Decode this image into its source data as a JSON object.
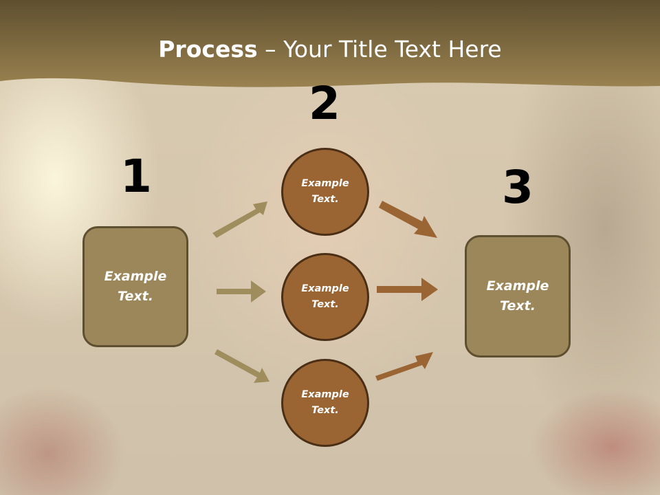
{
  "title": {
    "bold": "Process",
    "rest": " – Your Title Text Here"
  },
  "steps": [
    {
      "number": "1",
      "text": "Example Text."
    },
    {
      "number": "2",
      "text": "Example Text."
    },
    {
      "number": "3",
      "text": "Example Text."
    }
  ],
  "middle_nodes": [
    {
      "text": "Example Text."
    },
    {
      "text": "Example Text."
    },
    {
      "text": "Example Text."
    }
  ],
  "colors": {
    "header": "#8c7445",
    "box_fill": "#9c875a",
    "circle_fill": "#9a6533",
    "arrow_left": "#a08d5e",
    "arrow_right": "#9a6533"
  }
}
